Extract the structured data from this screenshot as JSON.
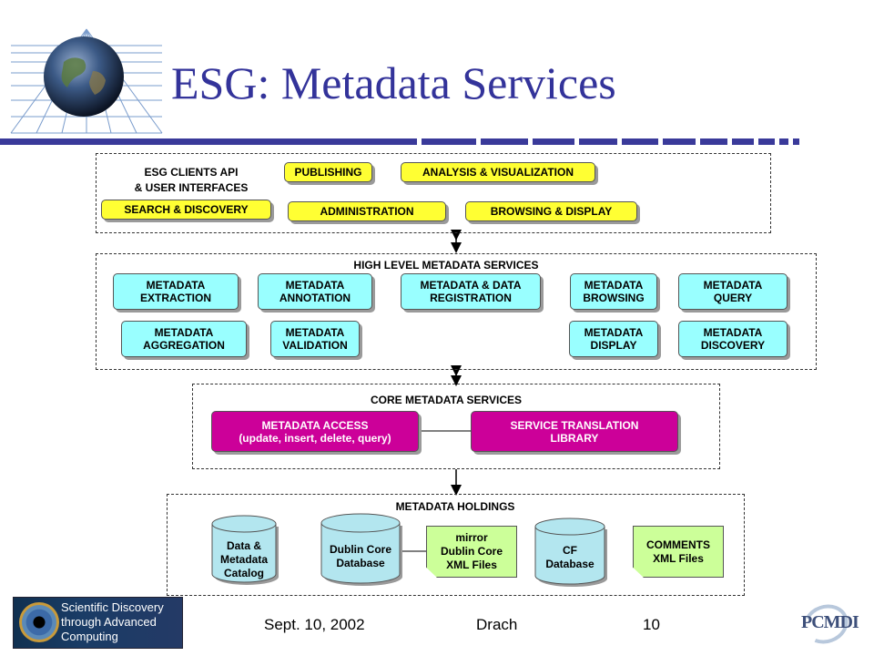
{
  "slide": {
    "title": "ESG: Metadata Services",
    "footer_date": "Sept. 10, 2002",
    "footer_author": "Drach",
    "footer_page": "10"
  },
  "clients_panel": {
    "label": "ESG CLIENTS API\n& USER INTERFACES",
    "buttons": {
      "search_discovery": "SEARCH & DISCOVERY",
      "publishing": "PUBLISHING",
      "analysis_visualization": "ANALYSIS & VISUALIZATION",
      "administration": "ADMINISTRATION",
      "browsing_display": "BROWSING & DISPLAY"
    }
  },
  "high_level_panel": {
    "label": "HIGH LEVEL METADATA SERVICES",
    "buttons": {
      "extraction": "METADATA\nEXTRACTION",
      "annotation": "METADATA\nANNOTATION",
      "data_registration": "METADATA & DATA\nREGISTRATION",
      "browsing": "METADATA\nBROWSING",
      "query": "METADATA\nQUERY",
      "aggregation": "METADATA\nAGGREGATION",
      "validation": "METADATA\nVALIDATION",
      "display": "METADATA\nDISPLAY",
      "discovery": "METADATA\nDISCOVERY"
    }
  },
  "core_panel": {
    "label": "CORE METADATA SERVICES",
    "buttons": {
      "access": "METADATA ACCESS\n(update, insert, delete, query)",
      "translation": "SERVICE TRANSLATION\nLIBRARY"
    }
  },
  "holdings_panel": {
    "label": "METADATA HOLDINGS",
    "items": {
      "data_catalog": "Data &\nMetadata\nCatalog",
      "dublin_core_db": "Dublin Core\nDatabase",
      "mirror_dublin": "mirror\nDublin Core\nXML Files",
      "cf_db": "CF\nDatabase",
      "comments": "COMMENTS\nXML Files"
    }
  },
  "logos": {
    "scidac": "Scientific Discovery\nthrough Advanced\nComputing",
    "pcmdi": "PCMDI"
  },
  "colors": {
    "title": "#33339a",
    "yellow": "#ffff33",
    "cyan": "#99ffff",
    "magenta": "#cc0099",
    "note_green": "#ccff99",
    "cylinder": "#b3e6ef"
  }
}
